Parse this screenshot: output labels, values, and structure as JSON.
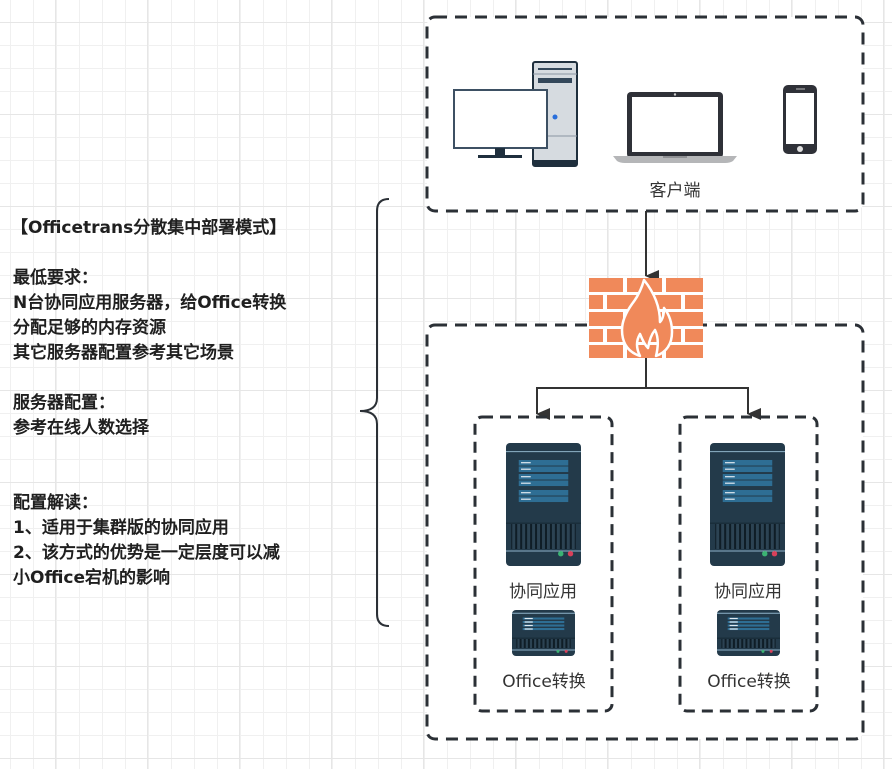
{
  "notes": {
    "title": "【Officetrans分散集中部署模式】",
    "min_req_heading": "最低要求：",
    "min_req_lines": [
      "N台协同应用服务器，给Office转换",
      "分配足够的内存资源",
      "其它服务器配置参考其它场景"
    ],
    "server_config_heading": "服务器配置：",
    "server_config_lines": [
      "参考在线人数选择"
    ],
    "interpretation_heading": "配置解读：",
    "interpretation_lines": [
      "1、适用于集群版的协同应用",
      "2、该方式的优势是一定层度可以减",
      "小Office宕机的影响"
    ]
  },
  "client_group": {
    "label": "客户端",
    "devices": [
      "desktop-computer",
      "laptop",
      "smartphone"
    ]
  },
  "firewall": {
    "icon": "firewall-icon",
    "color": "#f0895a"
  },
  "server_groups": [
    {
      "app_label": "协同应用",
      "convert_label": "Office转换"
    },
    {
      "app_label": "协同应用",
      "convert_label": "Office转换"
    }
  ],
  "colors": {
    "border": "#2b3036",
    "server_body": "#233a4a",
    "server_panel": "#2e6e94",
    "firewall": "#f0895a"
  }
}
